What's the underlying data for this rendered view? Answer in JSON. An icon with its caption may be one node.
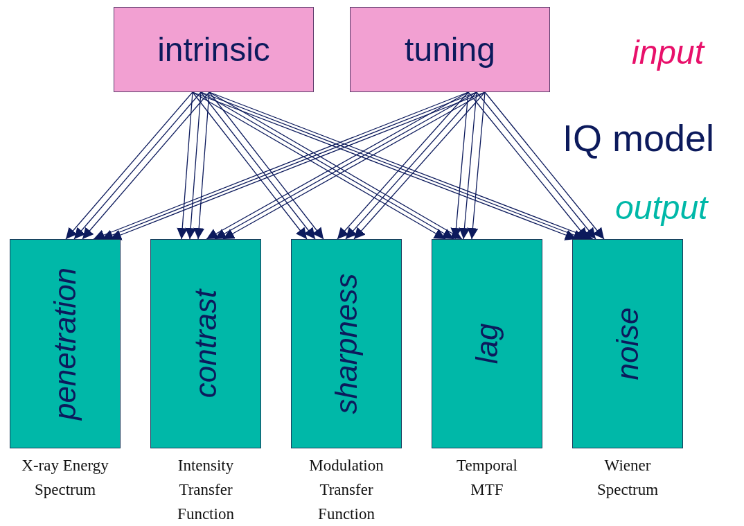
{
  "diagram": {
    "nodes": [
      {
        "text": [
          "intrinsic"
        ]
      },
      {
        "text": [
          "tuning"
        ]
      },
      {
        "text": [
          "penetration"
        ],
        "beside": [
          "X-ray Energy Spectrum"
        ]
      },
      {
        "text": [
          "contrast"
        ],
        "beside": [
          "Intensity Transfer Function"
        ]
      },
      {
        "text": [
          "sharpness"
        ],
        "beside": [
          "Modulation Transfer Function"
        ]
      },
      {
        "text": [
          "lag"
        ],
        "beside": [
          "Temporal MTF"
        ]
      },
      {
        "text": [
          "noise"
        ],
        "beside": [
          "Wiener Spectrum"
        ]
      }
    ],
    "edges": [
      {
        "from": 0,
        "to": 2,
        "arrow": "to"
      },
      {
        "from": 0,
        "to": 2,
        "arrow": "to"
      },
      {
        "from": 0,
        "to": 2,
        "arrow": "to"
      },
      {
        "from": 0,
        "to": 3,
        "arrow": "to"
      },
      {
        "from": 0,
        "to": 3,
        "arrow": "to"
      },
      {
        "from": 0,
        "to": 3,
        "arrow": "to"
      },
      {
        "from": 0,
        "to": 4,
        "arrow": "to"
      },
      {
        "from": 0,
        "to": 4,
        "arrow": "to"
      },
      {
        "from": 0,
        "to": 4,
        "arrow": "to"
      },
      {
        "from": 0,
        "to": 5,
        "arrow": "to"
      },
      {
        "from": 0,
        "to": 5,
        "arrow": "to"
      },
      {
        "from": 0,
        "to": 5,
        "arrow": "to"
      },
      {
        "from": 0,
        "to": 6,
        "arrow": "to"
      },
      {
        "from": 0,
        "to": 6,
        "arrow": "to"
      },
      {
        "from": 0,
        "to": 6,
        "arrow": "to"
      },
      {
        "from": 1,
        "to": 2,
        "arrow": "to"
      },
      {
        "from": 1,
        "to": 2,
        "arrow": "to"
      },
      {
        "from": 1,
        "to": 2,
        "arrow": "to"
      },
      {
        "from": 1,
        "to": 3,
        "arrow": "to"
      },
      {
        "from": 1,
        "to": 3,
        "arrow": "to"
      },
      {
        "from": 1,
        "to": 3,
        "arrow": "to"
      },
      {
        "from": 1,
        "to": 4,
        "arrow": "to"
      },
      {
        "from": 1,
        "to": 4,
        "arrow": "to"
      },
      {
        "from": 1,
        "to": 4,
        "arrow": "to"
      },
      {
        "from": 1,
        "to": 5,
        "arrow": "to"
      },
      {
        "from": 1,
        "to": 5,
        "arrow": "to"
      },
      {
        "from": 1,
        "to": 5,
        "arrow": "to"
      },
      {
        "from": 1,
        "to": 6,
        "arrow": "to"
      },
      {
        "from": 1,
        "to": 6,
        "arrow": "to"
      },
      {
        "from": 1,
        "to": 6,
        "arrow": "to"
      }
    ],
    "labels": [
      "input",
      "IQ model",
      "output"
    ]
  }
}
